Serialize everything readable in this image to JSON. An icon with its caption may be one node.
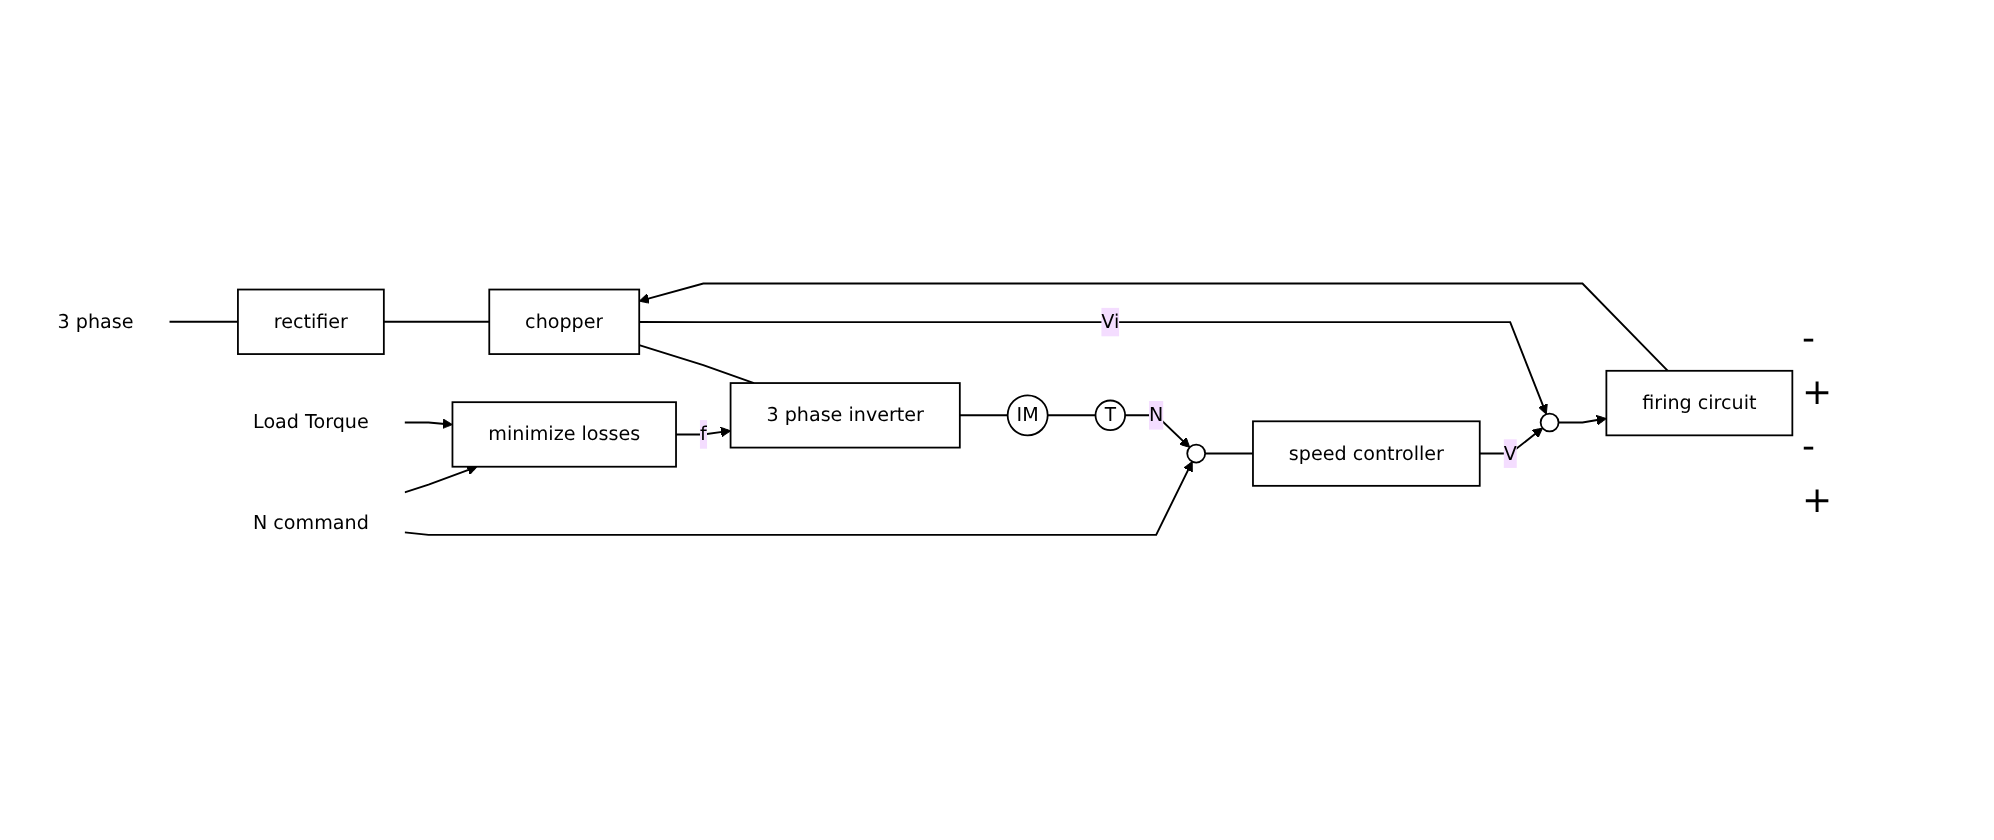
{
  "diagram": {
    "nodes": [
      {
        "text": [
          "3 phase"
        ]
      },
      {
        "text": [
          "rectifier"
        ]
      },
      {
        "text": [
          "chopper"
        ]
      },
      {
        "text": [
          "3 phase inverter"
        ]
      },
      {
        "text": [
          "IM"
        ]
      },
      {
        "text": [
          "T"
        ]
      },
      {
        "text": [
          "firing circuit"
        ]
      },
      {
        "text": [],
        "shape": "circle"
      },
      {
        "text": [
          "minimize losses"
        ]
      },
      {
        "text": [
          "Load Torque"
        ]
      },
      {
        "text": [
          "speed controller"
        ]
      },
      {
        "text": [],
        "shape": "circle"
      },
      {
        "text": [
          "N command"
        ]
      }
    ],
    "edges": [
      {
        "from": 0,
        "to": 1,
        "arrow": "none"
      },
      {
        "from": 1,
        "to": 2,
        "arrow": "none"
      },
      {
        "from": 2,
        "to": 3,
        "arrow": "none"
      },
      {
        "from": 3,
        "to": 4,
        "arrow": "none"
      },
      {
        "from": 4,
        "to": 5,
        "arrow": "none"
      },
      {
        "from": 6,
        "to": 2,
        "arrow": "to"
      },
      {
        "from": 7,
        "to": 6,
        "arrow": "to"
      },
      {
        "from": 2,
        "to": 7,
        "arrow": "to",
        "label": "Vi"
      },
      {
        "from": 10,
        "to": 7,
        "arrow": "to",
        "label": "V"
      },
      {
        "from": 8,
        "to": 3,
        "arrow": "to",
        "label": "f"
      },
      {
        "from": 9,
        "to": 8,
        "arrow": "to"
      },
      {
        "from": 5,
        "to": 11,
        "arrow": "to",
        "label": "N"
      },
      {
        "from": 12,
        "to": 11,
        "arrow": "to"
      },
      {
        "from": 12,
        "to": 8,
        "arrow": "to"
      },
      {
        "from": 11,
        "to": 10,
        "arrow": "none"
      }
    ],
    "labels": [
      "-",
      "+",
      "-",
      "+"
    ]
  }
}
